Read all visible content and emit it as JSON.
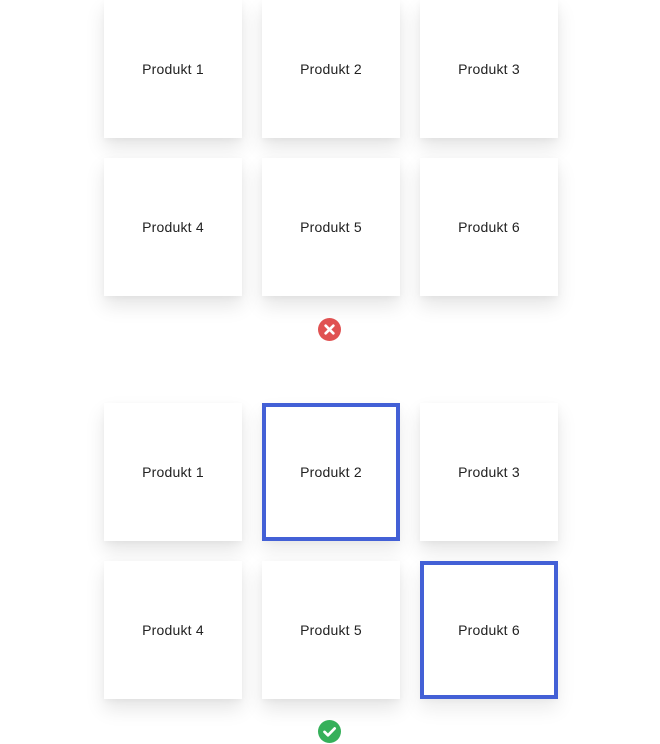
{
  "examples": [
    {
      "verdict": "incorrect",
      "status_icon": "error-x-circle-icon",
      "status_color": "#e05252",
      "products": [
        {
          "label": "Produkt 1",
          "selected": false
        },
        {
          "label": "Produkt 2",
          "selected": false
        },
        {
          "label": "Produkt 3",
          "selected": false
        },
        {
          "label": "Produkt 4",
          "selected": false
        },
        {
          "label": "Produkt 5",
          "selected": false
        },
        {
          "label": "Produkt 6",
          "selected": false
        }
      ]
    },
    {
      "verdict": "correct",
      "status_icon": "success-check-circle-icon",
      "status_color": "#35b05a",
      "selection_color": "#4360d6",
      "products": [
        {
          "label": "Produkt 1",
          "selected": false
        },
        {
          "label": "Produkt 2",
          "selected": true
        },
        {
          "label": "Produkt 3",
          "selected": false
        },
        {
          "label": "Produkt 4",
          "selected": false
        },
        {
          "label": "Produkt 5",
          "selected": false
        },
        {
          "label": "Produkt 6",
          "selected": true
        }
      ]
    }
  ]
}
